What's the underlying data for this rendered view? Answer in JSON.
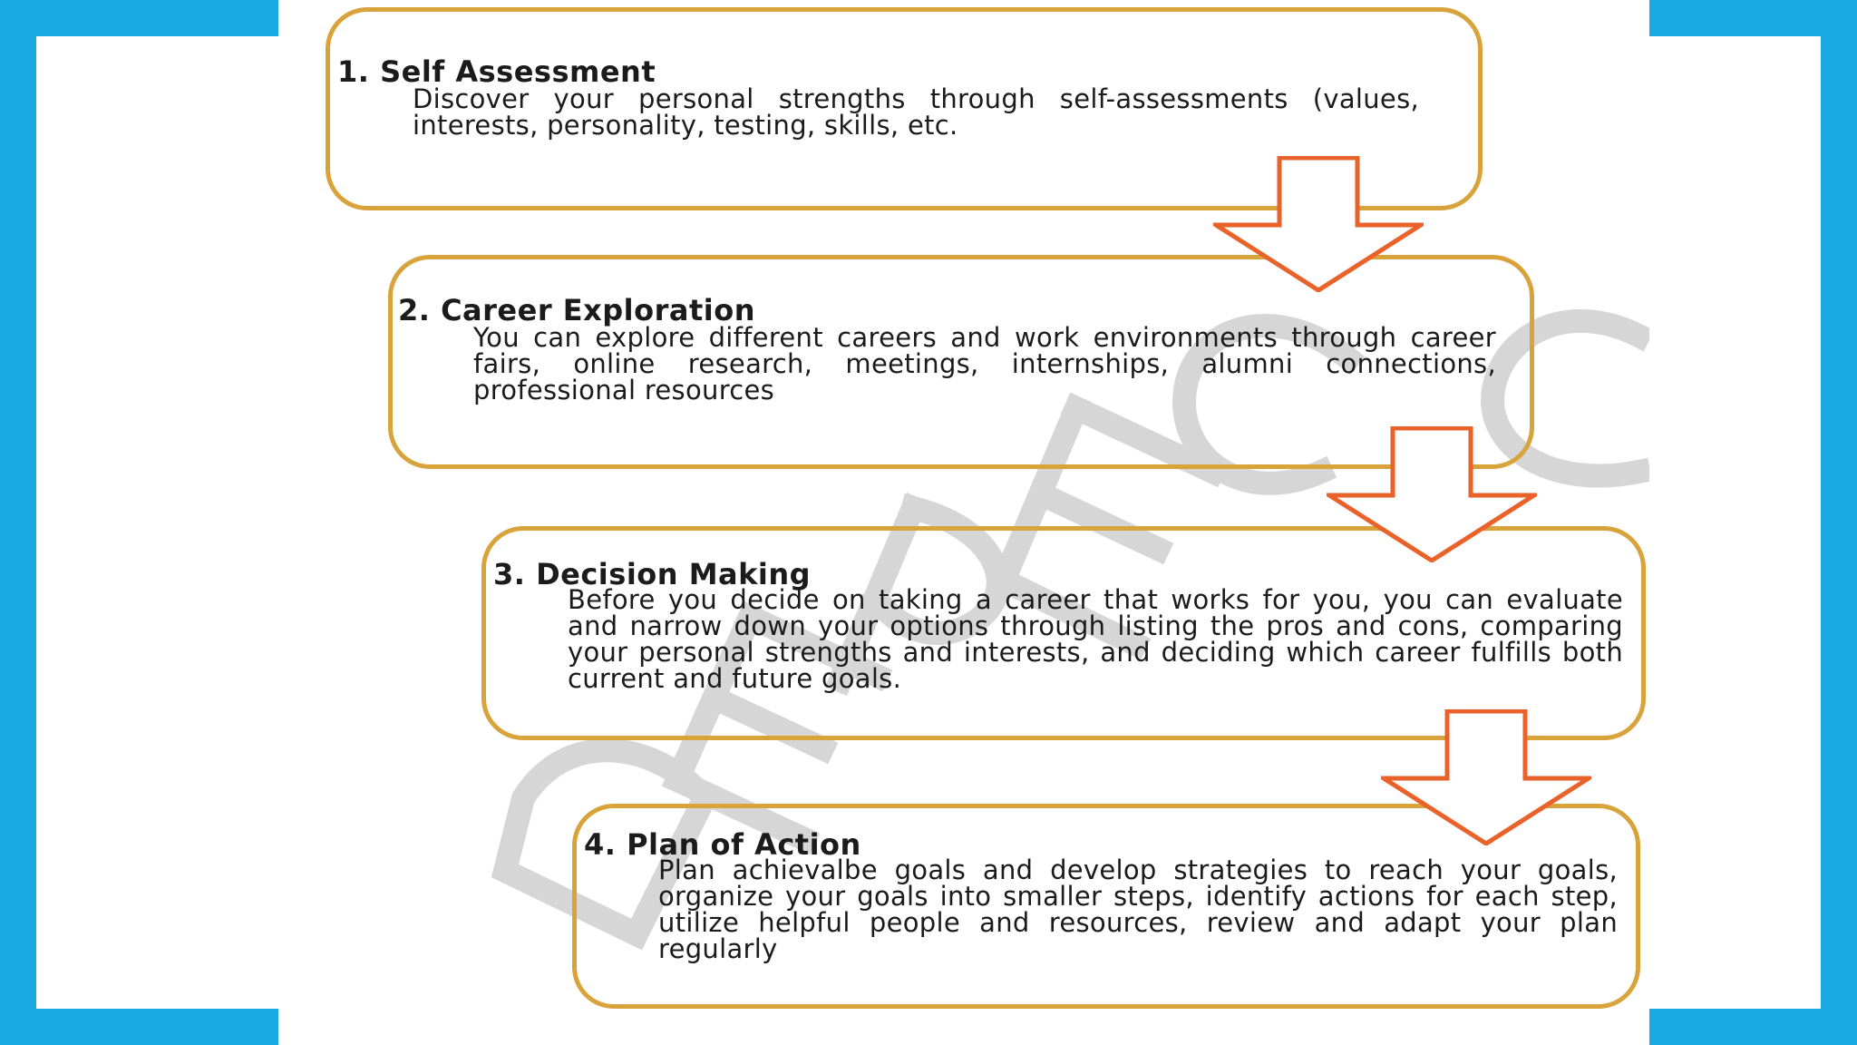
{
  "colors": {
    "frame_blue": "#1aa9e2",
    "box_border": "#d9a33c",
    "arrow_stroke": "#e8622a",
    "watermark": "#cfcfcf",
    "text": "#1b1b1b"
  },
  "steps": [
    {
      "title": "1. Self Assessment",
      "description": "Discover your personal strengths through self-assessments (values, interests, personality, testing, skills, etc."
    },
    {
      "title": "2. Career Exploration",
      "description": "You can explore different careers and work environments through career fairs, online research, meetings, internships, alumni connections, professional resources"
    },
    {
      "title": "3. Decision Making",
      "description": "Before you decide on taking a career that works for you, you can evaluate and narrow down your options through listing the pros and cons, comparing your personal strengths and interests, and deciding which career fulfills both current and future goals."
    },
    {
      "title": "4. Plan of Action",
      "description": "Plan achievalbe goals and develop strategies to reach your goals, organize your goals into smaller steps, identify actions for each step, utilize helpful people and resources, review and adapt your plan regularly"
    }
  ],
  "connectors": [
    {
      "from": "1. Self Assessment",
      "to": "2. Career Exploration",
      "icon": "down-arrow-icon"
    },
    {
      "from": "2. Career Exploration",
      "to": "3. Decision Making",
      "icon": "down-arrow-icon"
    },
    {
      "from": "3. Decision Making",
      "to": "4. Plan of Action",
      "icon": "down-arrow-icon"
    }
  ]
}
